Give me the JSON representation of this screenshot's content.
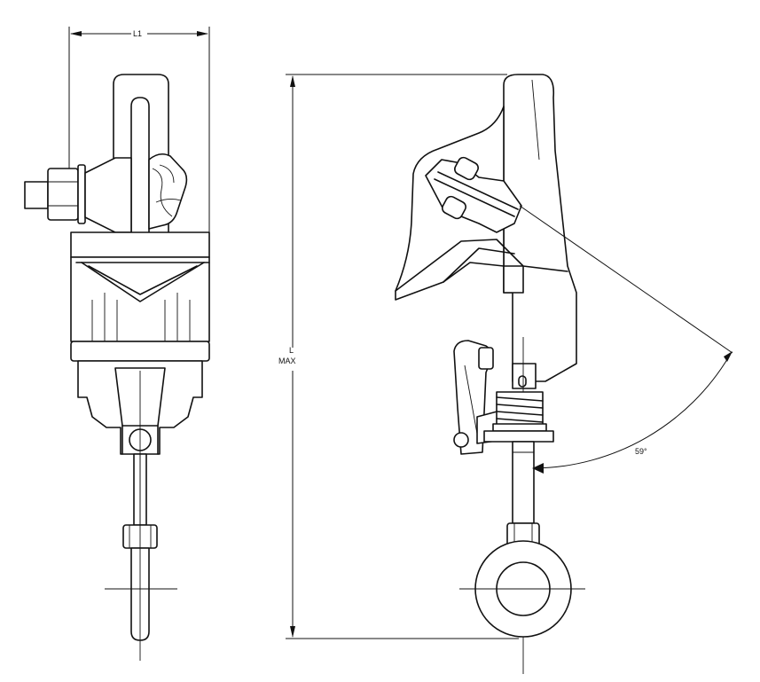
{
  "dimensions": {
    "width_label": "L1",
    "length_label": "L",
    "length_qualifier": "MAX",
    "angle_label": "59°"
  }
}
